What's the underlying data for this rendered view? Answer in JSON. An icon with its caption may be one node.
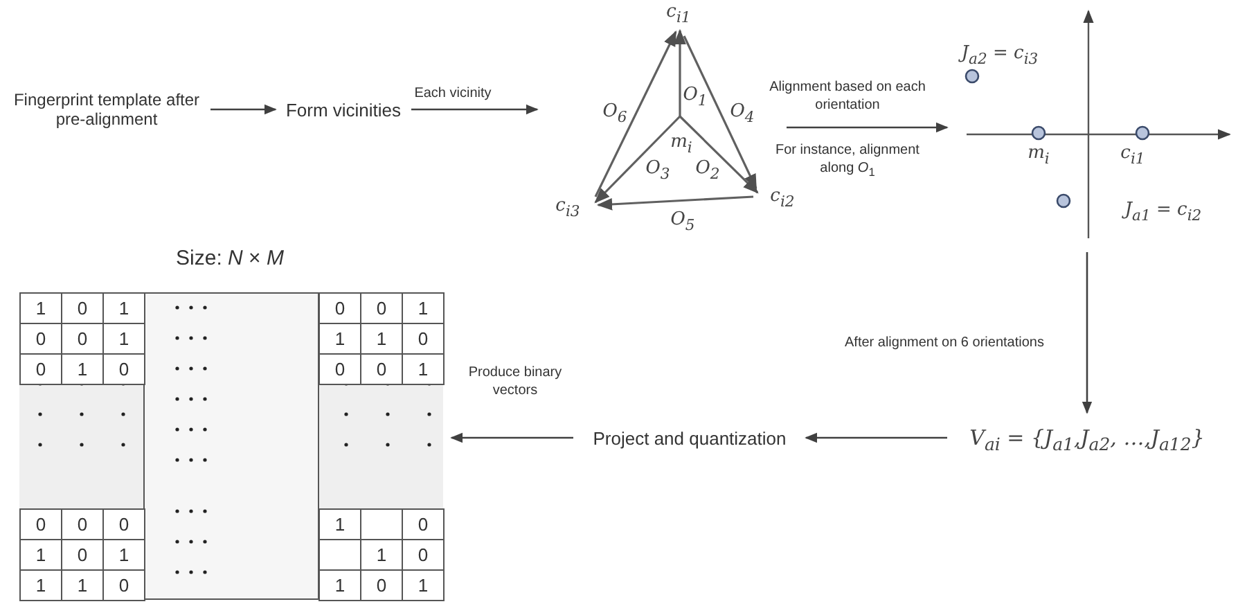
{
  "diagram": {
    "nodes": [
      {
        "text": [
          "Fingerprint template after pre-alignment"
        ]
      },
      {
        "text": [
          "Form vicinities"
        ]
      },
      {
        "text": [],
        "shape": "picture"
      },
      {
        "text": [],
        "shape": "picture"
      },
      {
        "text": [
          "V$_{ai}$ = {J$_{a1}$,J$_{a2}$, …,J$_{a12}$}"
        ]
      },
      {
        "text": [
          "Project and quantization"
        ]
      },
      {
        "text": [
          "Size: *N* × *M*"
        ]
      }
    ],
    "edges": [
      {
        "from": 0,
        "to": 1,
        "arrow": "to"
      },
      {
        "from": 1,
        "to": 2,
        "arrow": "to",
        "label": "Each vicinity"
      },
      {
        "from": 2,
        "to": 3,
        "arrow": "to",
        "label": "Alignment based on each orientation"
      },
      {
        "from": 3,
        "to": 4,
        "arrow": "to",
        "label": "After alignment on 6 orientations"
      },
      {
        "from": 4,
        "to": 5,
        "arrow": "to"
      },
      {
        "from": 5,
        "to": 6,
        "arrow": "to",
        "label": "Produce binary vectors"
      }
    ],
    "labels": [
      "c$_{i1}$",
      "O$_{6}$",
      "O$_{1}$",
      "O$_{4}$",
      "m$_{i}$",
      "O$_{3}$",
      "O$_{2}$",
      "c$_{i3}$",
      "c$_{i2}$",
      "O$_{5}$",
      "For instance, alignment along *O*$_{1}$",
      "J$_{a2}$ = c$_{i3}$",
      "m$_{i}$",
      "c$_{i1}$",
      "J$_{a1}$ = c$_{i2}$",
      "1",
      "0",
      "1",
      "0",
      "0",
      "1",
      "0",
      "0",
      "1",
      "1",
      "1",
      "0",
      "0",
      "1",
      "0",
      "0",
      "0",
      "1",
      "0",
      "0",
      "0",
      "1",
      "0",
      "1",
      "0",
      "1",
      "1",
      "0",
      "1",
      "1",
      "0",
      "1",
      "0",
      "1"
    ]
  }
}
